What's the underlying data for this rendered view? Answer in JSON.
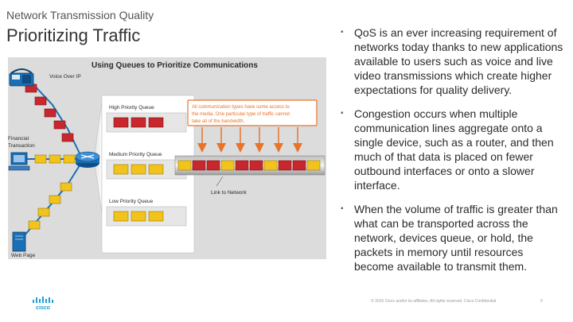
{
  "header": {
    "section": "Network Transmission Quality",
    "title": "Prioritizing Traffic"
  },
  "figure": {
    "title": "Using Queues to Prioritize Communications",
    "voice": "Voice Over IP",
    "finance_line1": "Financial",
    "finance_line2": "Transaction",
    "web": "Web Page",
    "high_queue": "High Priority Queue",
    "medium_queue": "Medium Priority Queue",
    "low_queue": "Low Priority Queue",
    "link": "Link to Network",
    "note_line1": "All communication types have some access to",
    "note_line2": "the media. One particular type of traffic cannot",
    "note_line3": "take all of the bandwidth.",
    "colors": {
      "red": "#c8282d",
      "yellow": "#f2c31b",
      "orange": "#e8742a",
      "blue": "#1b6fb5"
    }
  },
  "bullets": [
    "QoS is an ever increasing requirement of networks today thanks to new applications available to users such as voice and live video transmissions which create higher expectations for quality delivery.",
    "Congestion occurs when multiple communication lines aggregate onto a single device, such as a router, and then much of that data is placed on fewer outbound interfaces or onto a slower interface.",
    "When the volume of traffic is greater than what can be transported across the network, devices queue, or hold, the packets in memory until resources become available to transmit them."
  ],
  "footer": {
    "copyright": "© 2016  Cisco and/or its affiliates. All rights reserved.   Cisco Confidential",
    "page": "9",
    "logo": "cisco"
  }
}
